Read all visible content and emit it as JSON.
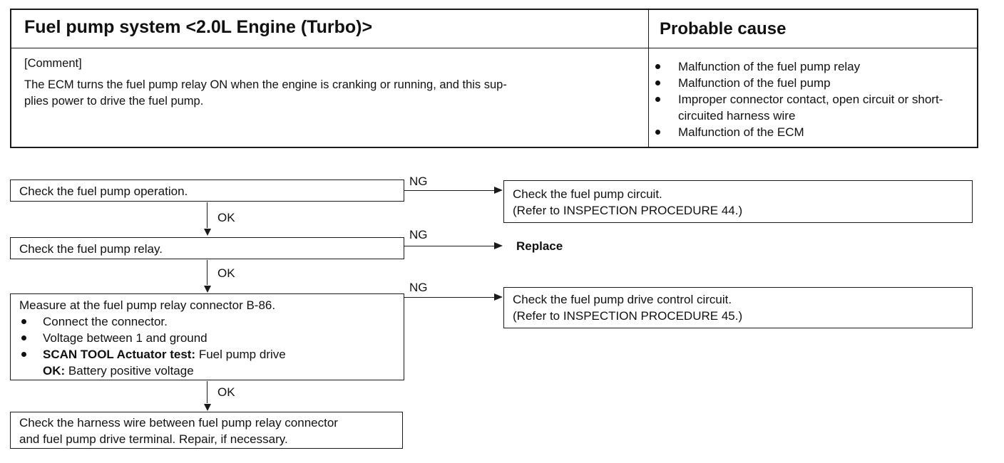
{
  "table": {
    "title": "Fuel pump system <2.0L Engine (Turbo)>",
    "cause_heading": "Probable cause",
    "comment_label": "[Comment]",
    "comment_lines": [
      "The ECM turns the fuel pump relay ON when the engine is cranking or running, and this sup-",
      "plies power to drive the fuel pump."
    ],
    "causes": [
      "Malfunction of the fuel pump relay",
      "Malfunction of the fuel pump",
      "Improper connector contact, open circuit or short-circuited harness wire",
      "Malfunction of the ECM"
    ]
  },
  "flow": {
    "step1": "Check the fuel pump operation.",
    "step2": "Check the fuel pump relay.",
    "step3": {
      "title": "Measure at the fuel pump relay connector B-86.",
      "bullet1": "Connect the connector.",
      "bullet2": "Voltage between 1 and ground",
      "bullet3_bold": "SCAN TOOL Actuator test:",
      "bullet3_rest": " Fuel pump drive",
      "ok_bold": "OK:",
      "ok_rest": " Battery positive voltage"
    },
    "step4": [
      "Check the harness wire between fuel pump relay connector",
      "and fuel pump drive terminal. Repair, if necessary."
    ],
    "ng1": [
      "Check the fuel pump circuit.",
      "(Refer to INSPECTION PROCEDURE 44.)"
    ],
    "ng2": "Replace",
    "ng3": [
      "Check the fuel pump drive control circuit.",
      "(Refer to INSPECTION PROCEDURE 45.)"
    ],
    "label_ok": "OK",
    "label_ng": "NG"
  }
}
